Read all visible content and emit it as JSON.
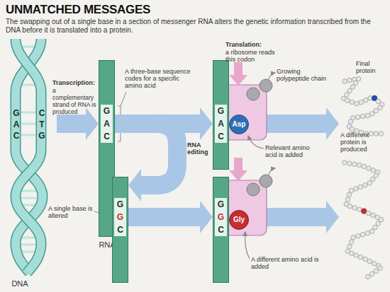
{
  "diagram": {
    "title": "UNMATCHED MESSAGES",
    "caption": "The swapping out of a single base in a section of messenger RNA alters the genetic information transcribed from the DNA before it is translated into a protein.",
    "nodes": [
      {
        "text": [
          "G",
          "A",
          "C",
          "C",
          "T",
          "G",
          "DNA"
        ]
      },
      {
        "text": [
          "G",
          "A",
          "C",
          "RNA"
        ]
      },
      {
        "text": [
          "G",
          "A",
          "C"
        ]
      },
      {
        "text": [
          "Asp"
        ]
      },
      {
        "text": [
          "Final protein"
        ]
      },
      {
        "text": [
          "G",
          "G",
          "C"
        ]
      },
      {
        "text": [
          "G",
          "G",
          "C"
        ]
      },
      {
        "text": [
          "Gly"
        ]
      },
      {
        "text": [
          "A different protein is produced"
        ]
      }
    ],
    "edges": [
      {
        "from": 0,
        "to": 1,
        "arrow": "to"
      },
      {
        "from": 1,
        "to": 2,
        "arrow": "to"
      },
      {
        "from": 1,
        "to": 5,
        "label": "RNA editing",
        "arrow": "to"
      },
      {
        "from": 5,
        "to": 6,
        "arrow": "to"
      },
      {
        "from": 3,
        "to": 4,
        "arrow": "to"
      },
      {
        "from": 7,
        "to": 8,
        "arrow": "to"
      }
    ],
    "labels": [
      "Transcription:",
      "a complementary strand of RNA is produced",
      "A three-base sequence codes for a specific amino acid",
      "Translation:",
      "a ribosome reads this codon",
      "Growing polypeptide chain",
      "Relevant amino acid is added",
      "A single base is altered",
      "A different amino acid is added"
    ]
  }
}
